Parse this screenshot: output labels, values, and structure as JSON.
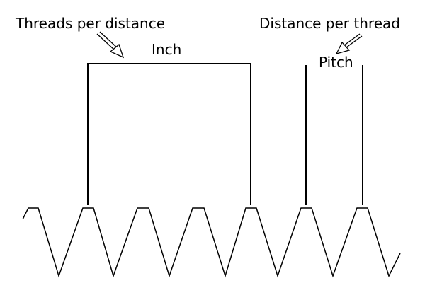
{
  "labels": {
    "threads_per_distance": "Threads per distance",
    "distance_per_thread": "Distance per thread",
    "inch": "Inch",
    "pitch": "Pitch"
  },
  "colors": {
    "line": "#000000",
    "background": "#ffffff"
  }
}
